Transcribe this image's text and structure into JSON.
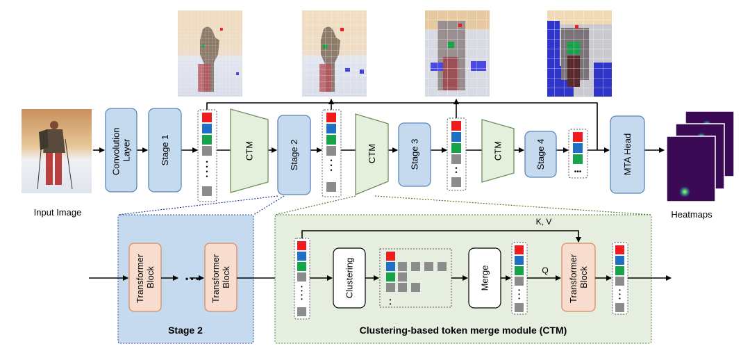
{
  "input_label": "Input Image",
  "output_label": "Heatmaps",
  "pipeline": {
    "conv": "Convolution Layer",
    "stage1": "Stage 1",
    "ctm1": "CTM",
    "stage2": "Stage 2",
    "ctm2": "CTM",
    "stage3": "Stage 3",
    "ctm3": "CTM",
    "stage4": "Stage 4",
    "head": "MTA Head"
  },
  "stage2_detail": {
    "title": "Stage 2",
    "block_a": "Transformer Block",
    "block_b": "Transformer Block",
    "ellipsis": "• • •"
  },
  "ctm_detail": {
    "title": "Clustering-based token merge module (CTM)",
    "clustering": "Clustering",
    "merge": "Merge",
    "transformer": "Transformer Block",
    "kv_label": "K, V",
    "q_label": "Q"
  },
  "token_dots": "• • • • • • •",
  "colors": {
    "stage_fill": "#c5d9ef",
    "stage_stroke": "#5b86b8",
    "ctm_fill": "#e4efdc",
    "ctm_stroke": "#6f8f5c",
    "stage2_bg": "#c5d9ef",
    "ctm_bg": "#e6efdf",
    "transformer_fill": "#f8dccd",
    "transformer_stroke": "#d98a63",
    "token_red": "#ee1c1c",
    "token_blue": "#1f6fc4",
    "token_green": "#17a34a",
    "token_gray": "#8c8c8c",
    "heatmap": "#3a0a54"
  }
}
